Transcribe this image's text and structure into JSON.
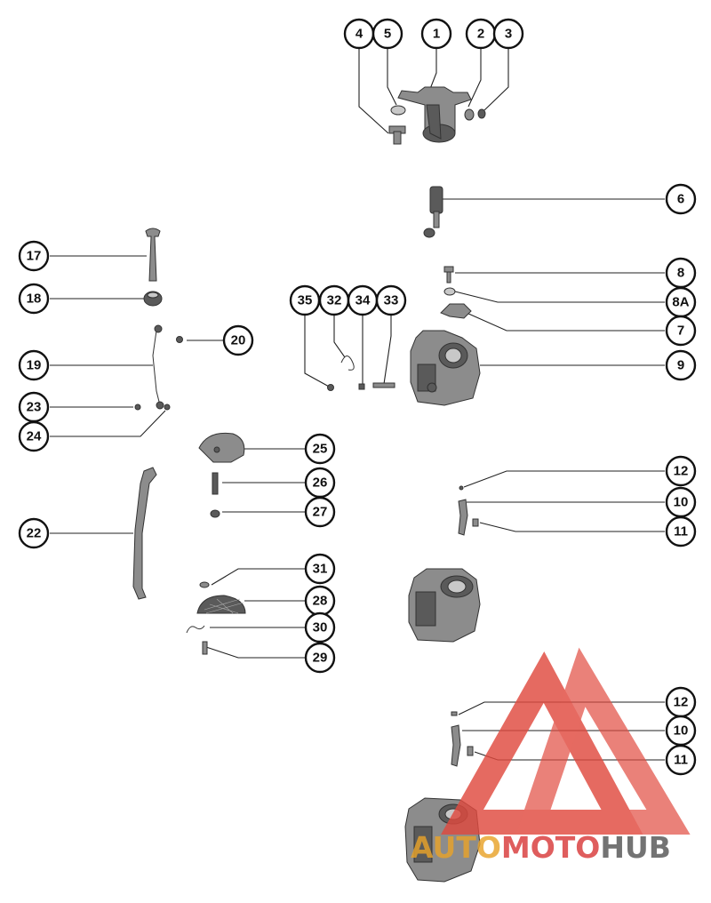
{
  "callouts": {
    "c1": "1",
    "c2": "2",
    "c3": "3",
    "c4": "4",
    "c5": "5",
    "c6": "6",
    "c7": "7",
    "c8": "8",
    "c8a": "8A",
    "c9": "9",
    "c10": "10",
    "c11": "11",
    "c12": "12",
    "c10b": "10",
    "c11b": "11",
    "c12b": "12",
    "c17": "17",
    "c18": "18",
    "c19": "19",
    "c20": "20",
    "c22": "22",
    "c23": "23",
    "c24": "24",
    "c25": "25",
    "c26": "26",
    "c27": "27",
    "c28": "28",
    "c29": "29",
    "c30": "30",
    "c31": "31",
    "c32": "32",
    "c33": "33",
    "c34": "34",
    "c35": "35"
  },
  "watermark": {
    "part1": "AUTO",
    "part2": "MOTO",
    "part3": "HUB",
    "color_primary": "#e8a32a",
    "color_secondary": "#d83a3a",
    "color_tertiary": "#555555"
  }
}
